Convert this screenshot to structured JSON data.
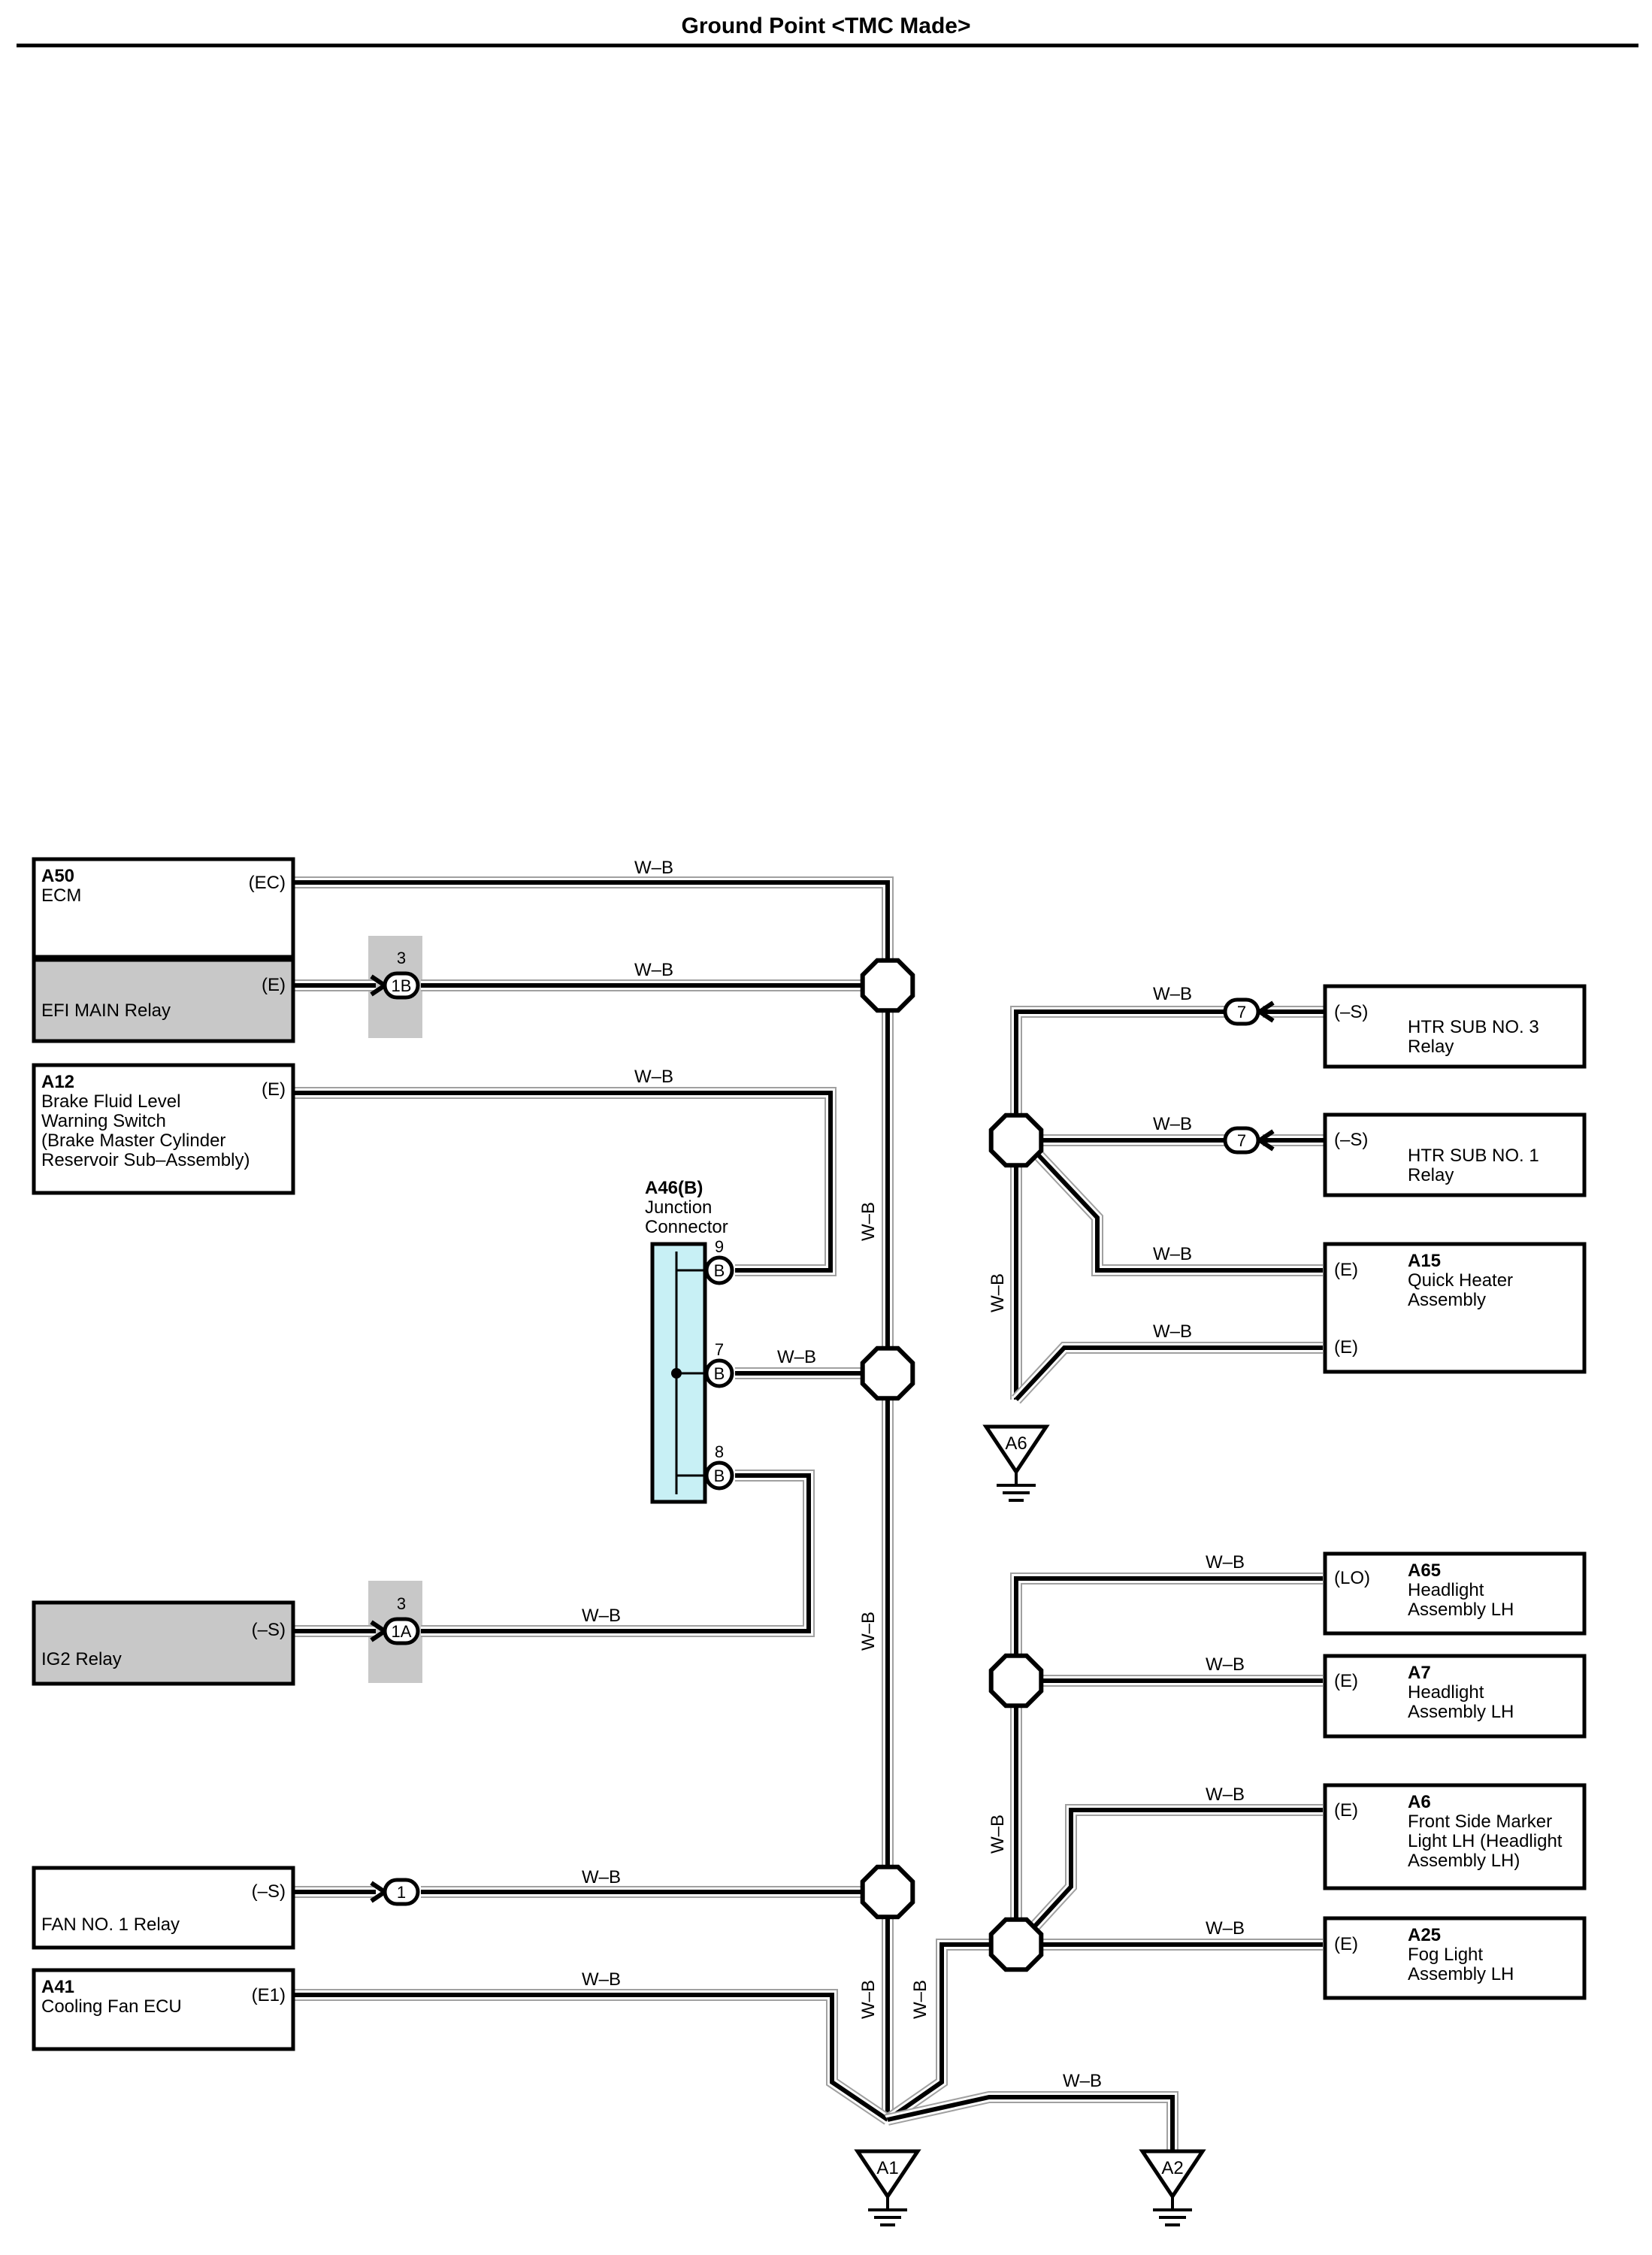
{
  "page": {
    "title": "Ground Point <TMC Made>"
  },
  "colors": {
    "relay_fill": "#c8c8c8",
    "junction_fill": "#c8f0f5",
    "wire": "#000000",
    "wire_shadow": "#a0a0a0"
  },
  "wire_color": "W–B",
  "components": {
    "a50": {
      "code": "A50",
      "name": [
        "ECM"
      ],
      "pin": "(EC)"
    },
    "efi": {
      "code": "",
      "name": [
        "EFI MAIN Relay"
      ],
      "pin": "(E)"
    },
    "a12": {
      "code": "A12",
      "name": [
        "Brake Fluid Level",
        "Warning Switch",
        "(Brake Master Cylinder",
        " Reservoir Sub–Assembly)"
      ],
      "pin": "(E)"
    },
    "ig2": {
      "code": "",
      "name": [
        "IG2 Relay"
      ],
      "pin": "(–S)"
    },
    "fan": {
      "code": "",
      "name": [
        "FAN NO. 1 Relay"
      ],
      "pin": "(–S)"
    },
    "a41": {
      "code": "A41",
      "name": [
        "Cooling Fan ECU"
      ],
      "pin": "(E1)"
    },
    "htr3": {
      "code": "",
      "name": [
        "HTR SUB NO. 3",
        "Relay"
      ],
      "pin": "(–S)"
    },
    "htr1": {
      "code": "",
      "name": [
        "HTR SUB NO. 1",
        "Relay"
      ],
      "pin": "(–S)"
    },
    "a15": {
      "code": "A15",
      "name": [
        "Quick Heater",
        "Assembly"
      ],
      "pin": "(E)",
      "pin2": "(E)"
    },
    "a65": {
      "code": "A65",
      "name": [
        "Headlight",
        "Assembly LH"
      ],
      "pin": "(LO)"
    },
    "a7": {
      "code": "A7",
      "name": [
        "Headlight",
        "Assembly LH"
      ],
      "pin": "(E)"
    },
    "a6": {
      "code": "A6",
      "name": [
        "Front Side Marker",
        "Light LH (Headlight",
        "Assembly LH)"
      ],
      "pin": "(E)"
    },
    "a25": {
      "code": "A25",
      "name": [
        "Fog Light",
        "Assembly LH"
      ],
      "pin": "(E)"
    }
  },
  "junction": {
    "code": "A46(B)",
    "name": [
      "Junction",
      "Connector"
    ],
    "pins": [
      "9",
      "7",
      "8"
    ],
    "pin_letter": "B"
  },
  "connectors": {
    "efi": {
      "id": "1B",
      "pin": "3"
    },
    "ig2": {
      "id": "1A",
      "pin": "3"
    },
    "fan": {
      "id": "1"
    },
    "htr3": {
      "id": "7"
    },
    "htr1": {
      "id": "7"
    }
  },
  "grounds": [
    "A1",
    "A2",
    "A6"
  ]
}
